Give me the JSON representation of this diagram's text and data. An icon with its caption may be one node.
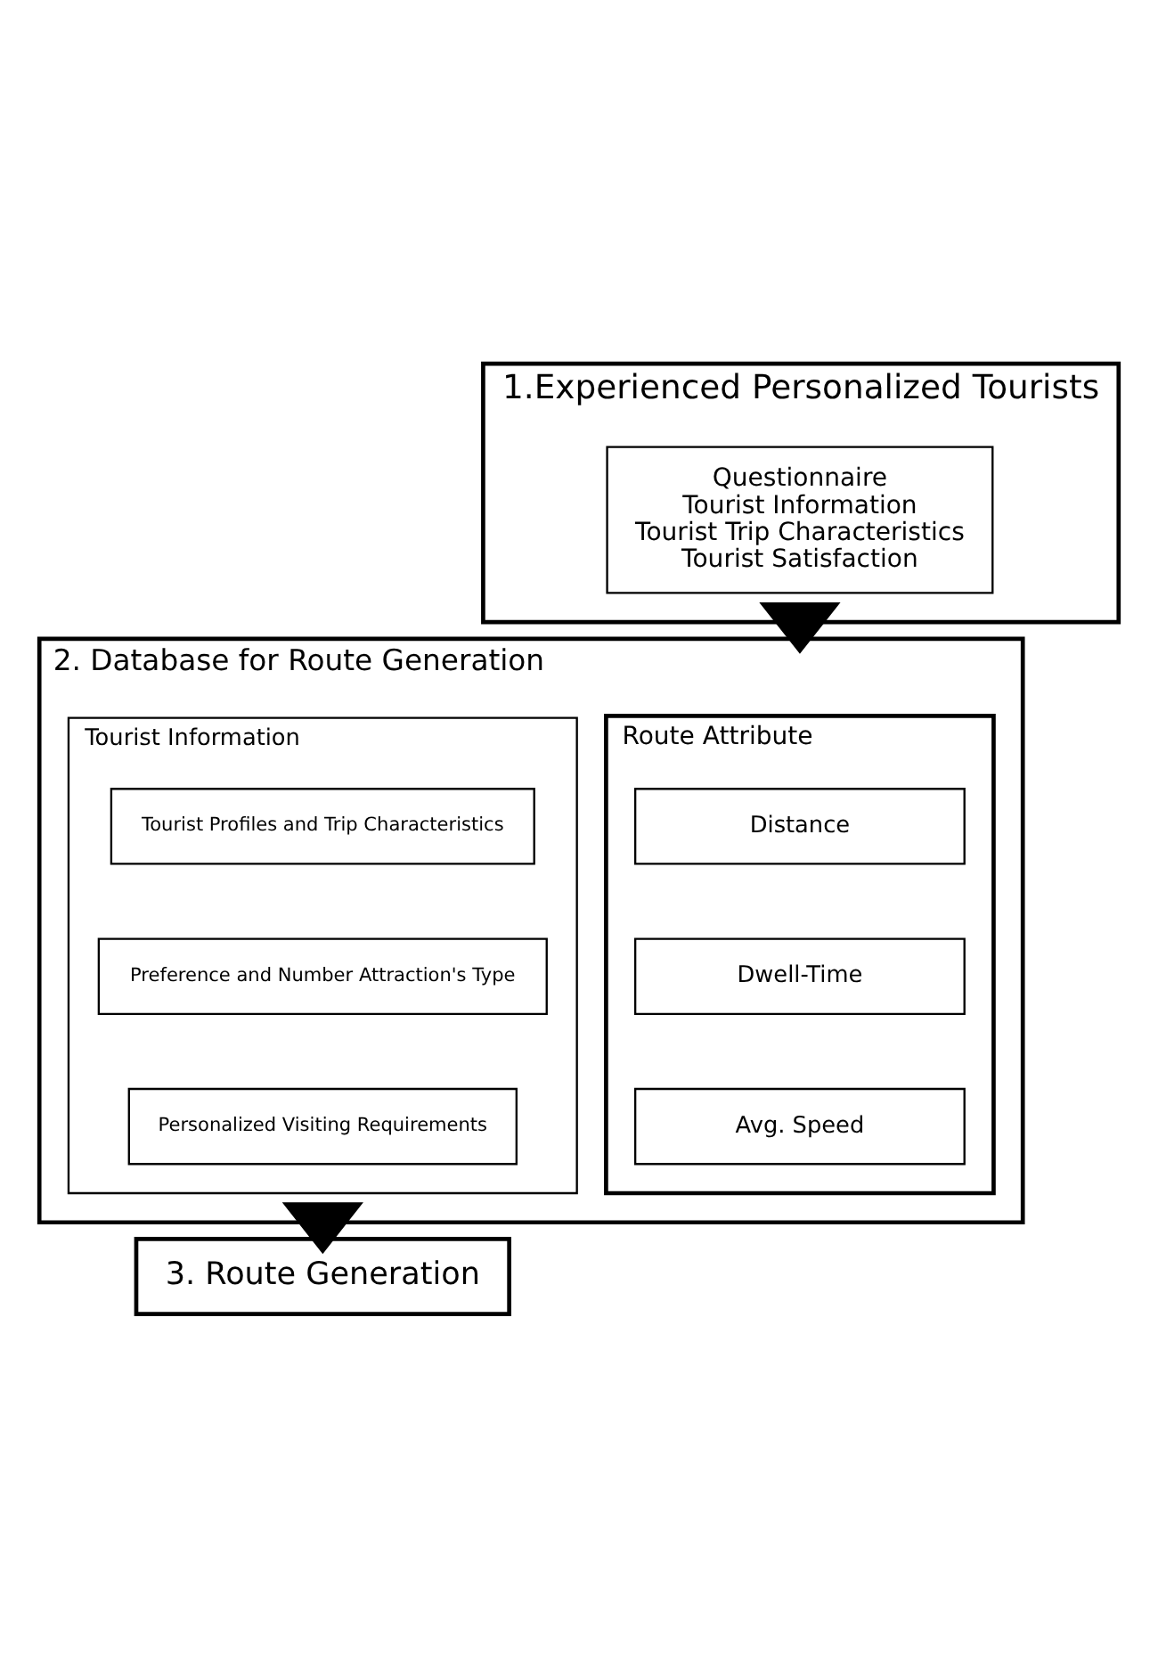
{
  "diagram": {
    "nodes": [
      {
        "text": [
          "1.Experienced Personalized Tourists"
        ]
      },
      {
        "text": [
          "Questionnaire",
          "Tourist Information",
          "Tourist Trip Characteristics",
          "Tourist Satisfaction"
        ],
        "in": 0
      },
      {
        "text": [
          "2. Database for Route Generation"
        ]
      },
      {
        "text": [
          "Route Attribute"
        ],
        "in": 2
      },
      {
        "text": [
          "Distance"
        ],
        "in": 3
      },
      {
        "text": [
          "Dwell-Time"
        ],
        "in": 3
      },
      {
        "text": [
          "Avg. Speed"
        ],
        "in": 3
      },
      {
        "text": [
          "Tourist Information"
        ],
        "in": 2
      },
      {
        "text": [
          "Tourist Profiles and Trip Characteristics"
        ],
        "in": 7
      },
      {
        "text": [
          "Preference and Number Attraction's Type"
        ],
        "in": 7
      },
      {
        "text": [
          "Personalized Visiting Requirements"
        ],
        "in": 7
      },
      {
        "text": [
          "3. Route Generation"
        ]
      }
    ],
    "edges": [
      {
        "from": 0,
        "to": 2,
        "arrow": "to",
        "style": "thick"
      },
      {
        "from": 2,
        "to": 11,
        "arrow": "to",
        "style": "thick"
      }
    ]
  }
}
